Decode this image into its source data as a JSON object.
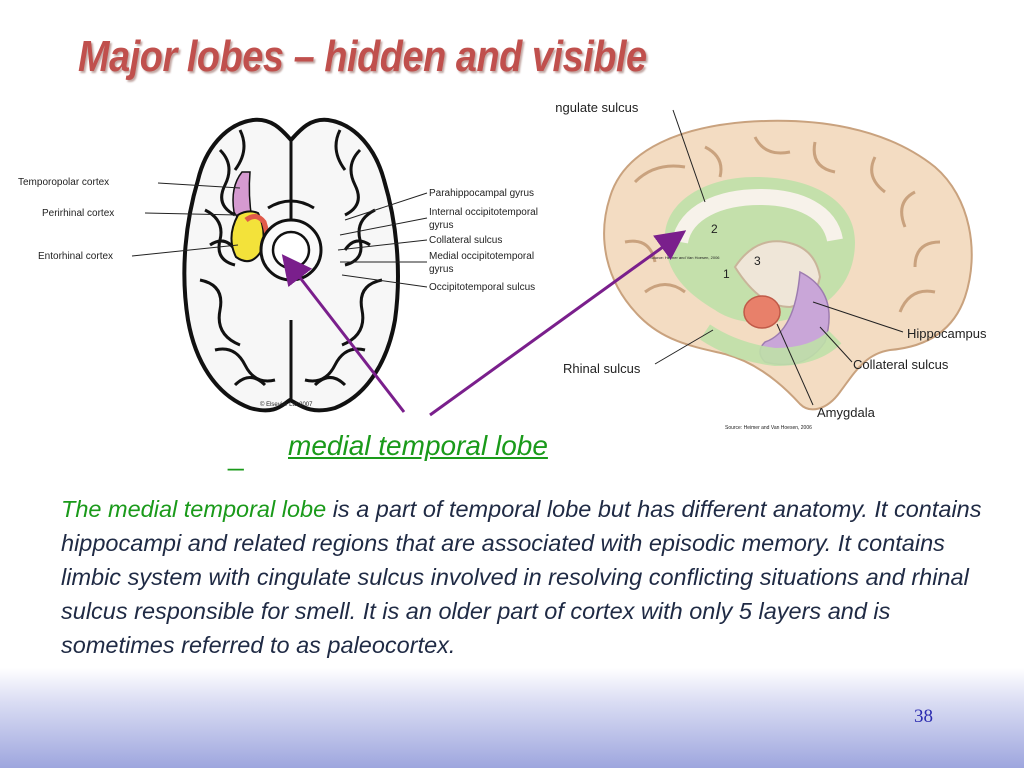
{
  "slide": {
    "title": "Major lobes – hidden and visible",
    "slide_number": "38"
  },
  "left_figure": {
    "labels_left": [
      "Temporopolar cortex",
      "Perirhinal cortex",
      "Entorhinal cortex"
    ],
    "labels_right": [
      "Parahippocampal gyrus",
      "Internal occipitotemporal",
      "gyrus",
      "Collateral sulcus",
      "Medial occipitotemporal",
      "gyrus",
      "Occipitotemporal sulcus"
    ],
    "copyright": "© Elsevier Ltd 2007"
  },
  "right_figure": {
    "label_top": "Cingulate sulcus",
    "labels_right": [
      "Hippocampus",
      "Collateral sulcus",
      "Amygdala"
    ],
    "label_left": "Rhinal sulcus",
    "numbers": [
      "1",
      "2",
      "3"
    ],
    "source_inner": "Source: Heimer and Van Hoesen, 2006",
    "source_bottom": "Source: Heimer and Van Hoesen, 2006"
  },
  "link": {
    "underscore": "_",
    "text": "medial temporal lobe"
  },
  "body": {
    "highlight": "The medial temporal lobe",
    "rest": " is a part of temporal lobe but has different anatomy.  It contains hippocampi and related regions that are associated with episodic memory.  It contains limbic system with cingulate sulcus involved in resolving conflicting situations and rhinal sulcus responsible for smell.  It is an older part of cortex with only 5 layers and is sometimes referred to as paleocortex."
  },
  "colors": {
    "title": "#c0504d",
    "link": "#1a9a1a",
    "arrows": "#7a1f8c",
    "slide_number": "#2b2bb0"
  }
}
